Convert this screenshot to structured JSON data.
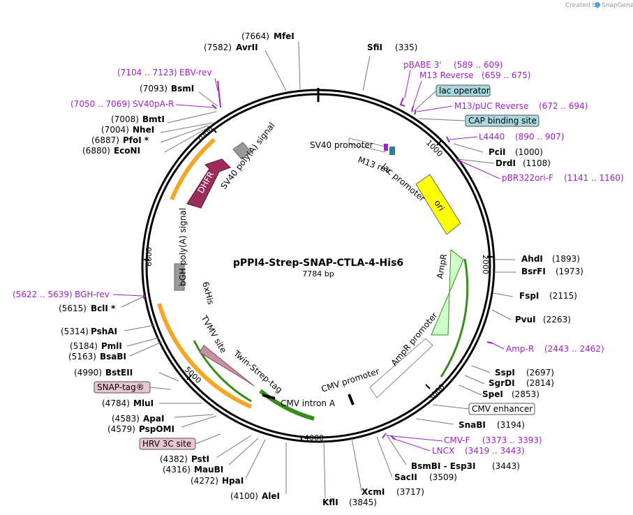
{
  "header": {
    "created_by": "Created by",
    "brand": "SnapGene"
  },
  "plasmid": {
    "name": "pPPI4-Strep-SNAP-CTLA-4-His6",
    "length_label": "7784 bp"
  },
  "ticks": [
    "1000",
    "2000",
    "3000",
    "4000",
    "5000",
    "6000",
    "7000"
  ],
  "sites": [
    {
      "name": "MfeI",
      "pos": "(7664)"
    },
    {
      "name": "AvrII",
      "pos": "(7582)"
    },
    {
      "name": "SfiI",
      "pos": "(335)"
    },
    {
      "name": "BsmI",
      "pos": "(7093)"
    },
    {
      "name": "BmtI",
      "pos": "(7008)"
    },
    {
      "name": "NheI",
      "pos": "(7004)"
    },
    {
      "name": "PfoI *",
      "pos": "(6887)"
    },
    {
      "name": "EcoNI",
      "pos": "(6880)"
    },
    {
      "name": "PciI",
      "pos": "(1000)"
    },
    {
      "name": "DrdI",
      "pos": "(1108)"
    },
    {
      "name": "AhdI",
      "pos": "(1893)"
    },
    {
      "name": "BsrFI",
      "pos": "(1973)"
    },
    {
      "name": "FspI",
      "pos": "(2115)"
    },
    {
      "name": "PvuI",
      "pos": "(2263)"
    },
    {
      "name": "SspI",
      "pos": "(2697)"
    },
    {
      "name": "SgrDI",
      "pos": "(2814)"
    },
    {
      "name": "SpeI",
      "pos": "(2853)"
    },
    {
      "name": "SnaBI",
      "pos": "(3194)"
    },
    {
      "name": "BsmBI  - Esp3I",
      "pos": "(3443)"
    },
    {
      "name": "SacII",
      "pos": "(3509)"
    },
    {
      "name": "XcmI",
      "pos": "(3717)"
    },
    {
      "name": "KflI",
      "pos": "(3845)"
    },
    {
      "name": "AleI",
      "pos": "(4100)"
    },
    {
      "name": "HpaI",
      "pos": "(4272)"
    },
    {
      "name": "MauBI",
      "pos": "(4316)"
    },
    {
      "name": "PstI",
      "pos": "(4382)"
    },
    {
      "name": "PspOMI",
      "pos": "(4579)"
    },
    {
      "name": "ApaI",
      "pos": "(4583)"
    },
    {
      "name": "MluI",
      "pos": "(4784)"
    },
    {
      "name": "BstEII",
      "pos": "(4990)"
    },
    {
      "name": "BsaBI",
      "pos": "(5163)"
    },
    {
      "name": "PmlI",
      "pos": "(5184)"
    },
    {
      "name": "PshAI",
      "pos": "(5314)"
    },
    {
      "name": "BclI *",
      "pos": "(5615)"
    }
  ],
  "primers": [
    {
      "name": "pBABE 3'",
      "range": "(589 .. 609)"
    },
    {
      "name": "M13 Reverse",
      "range": "(659 .. 675)"
    },
    {
      "name": "M13/pUC Reverse",
      "range": "(672 .. 694)"
    },
    {
      "name": "L4440",
      "range": "(890 .. 907)"
    },
    {
      "name": "pBR322ori-F",
      "range": "(1141 .. 1160)"
    },
    {
      "name": "Amp-R",
      "range": "(2443 .. 2462)"
    },
    {
      "name": "CMV-F",
      "range": "(3373 .. 3393)"
    },
    {
      "name": "LNCX",
      "range": "(3419 .. 3443)"
    },
    {
      "name": "BGH-rev",
      "range": "(5622 .. 5639)"
    },
    {
      "name": "SV40pA-R",
      "range": "(7050 .. 7069)"
    },
    {
      "name": "EBV-rev",
      "range": "(7104 .. 7123)"
    }
  ],
  "feature_boxes": [
    {
      "label": "lac operator",
      "color": "#a8d8e0"
    },
    {
      "label": "CAP binding site",
      "color": "#a8d8e0"
    },
    {
      "label": "CMV enhancer",
      "color": "#ffffff"
    },
    {
      "label": "SNAP-tag®",
      "color": "#e8c4d4"
    },
    {
      "label": "HRV 3C site",
      "color": "#e8c4d4"
    }
  ],
  "features": [
    {
      "label": "ori",
      "color": "#ffff00"
    },
    {
      "label": "AmpR",
      "color": "#ccffcc"
    },
    {
      "label": "AmpR promoter",
      "color": "#ffffff"
    },
    {
      "label": "CMV promoter",
      "color": "#ffffff"
    },
    {
      "label": "CMV intron A",
      "color": "#000000"
    },
    {
      "label": "Twin-Strep-tag",
      "color": "#c890a8"
    },
    {
      "label": "TVMV site",
      "color": "#c890a8"
    },
    {
      "label": "6xHis",
      "color": "#c890a8"
    },
    {
      "label": "bGH poly(A) signal",
      "color": "#999999"
    },
    {
      "label": "DHFR",
      "color": "#9c2c5c"
    },
    {
      "label": "SV40 poly(A) signal",
      "color": "#999999"
    },
    {
      "label": "SV40 promoter",
      "color": "#ffffff"
    },
    {
      "label": "M13 rev",
      "color": "#a020c8"
    },
    {
      "label": "lac promoter",
      "color": "#ffffff"
    }
  ]
}
